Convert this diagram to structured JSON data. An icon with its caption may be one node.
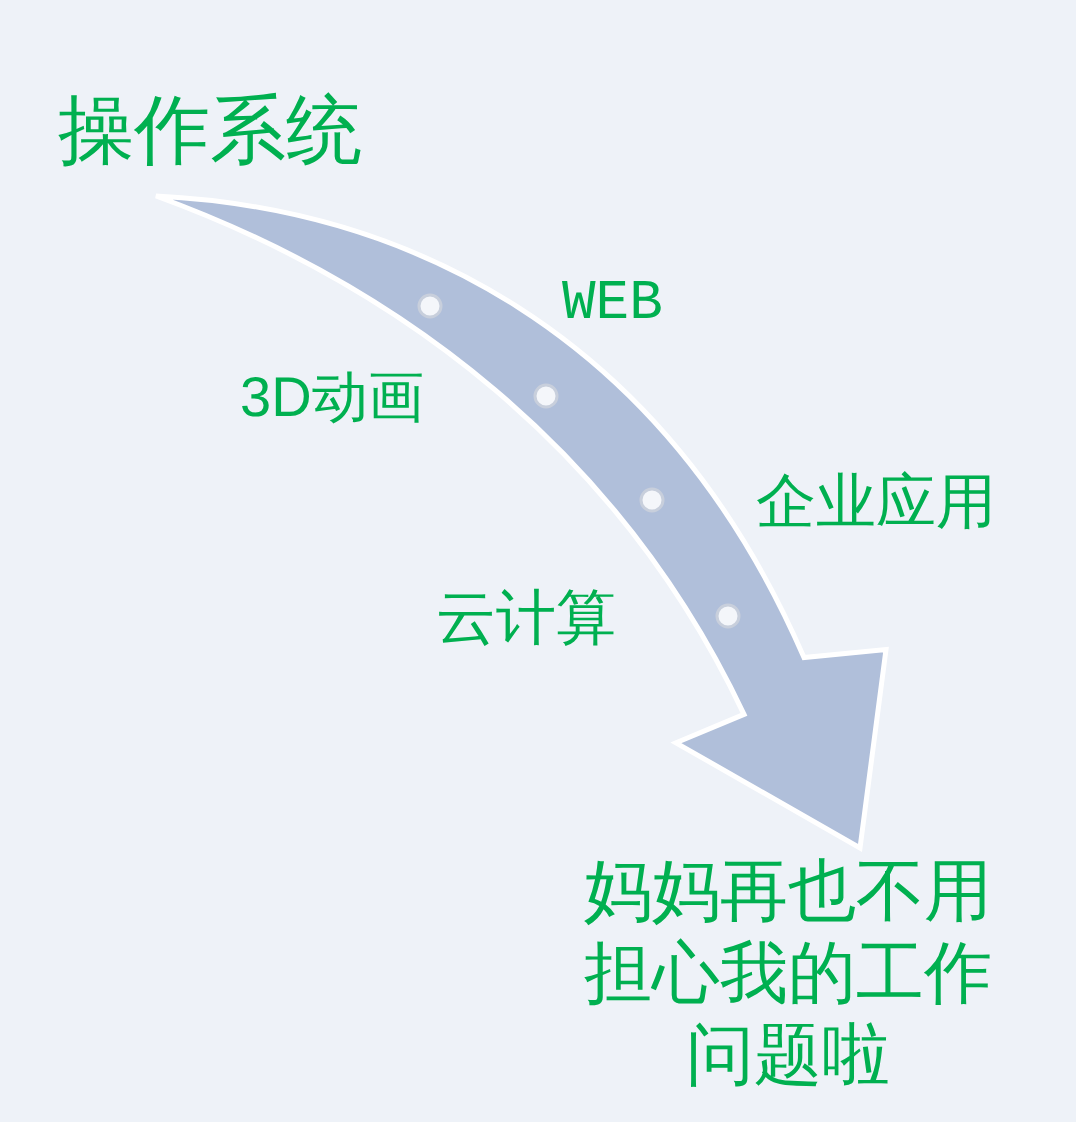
{
  "diagram": {
    "nodes": [
      {
        "text": [
          "操作系统"
        ]
      },
      {
        "text": [
          "妈妈再也不用担心我的工作问题啦"
        ]
      }
    ],
    "edges": [
      {
        "from": 0,
        "to": 1,
        "arrow": "to",
        "style": "thick"
      }
    ],
    "labels": [
      "WEB",
      "3D动画",
      "企业应用",
      "云计算"
    ]
  }
}
